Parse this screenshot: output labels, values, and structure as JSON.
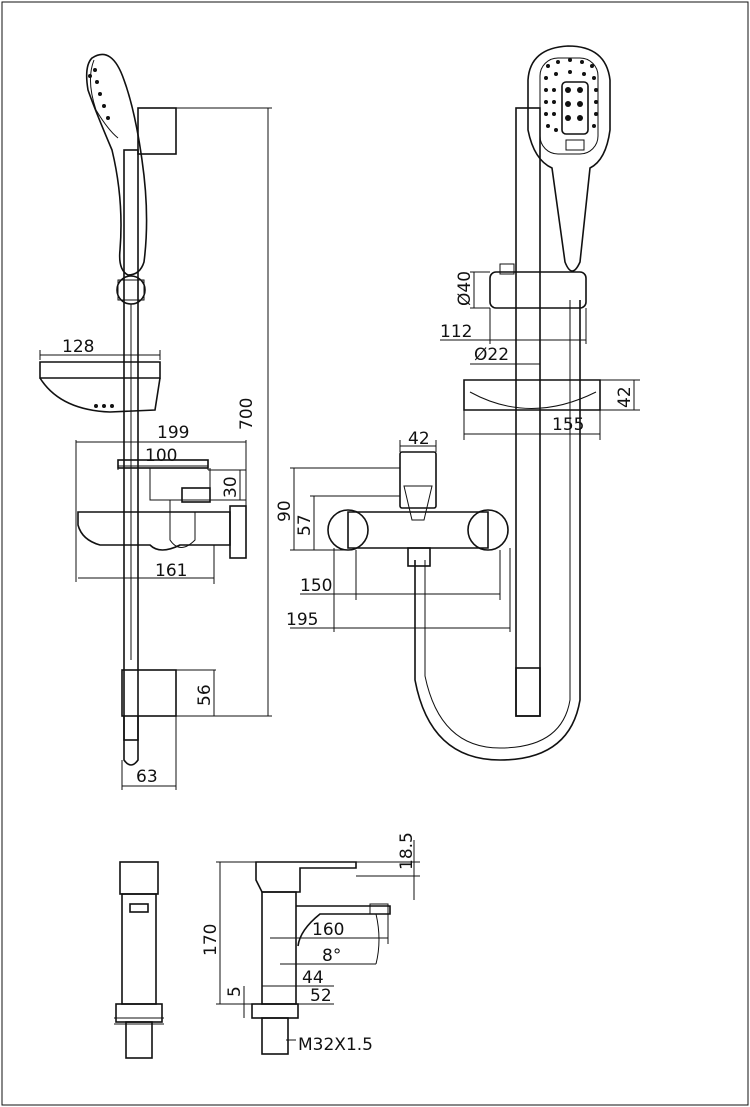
{
  "dimensions": {
    "w128": "128",
    "h700": "700",
    "w199": "199",
    "w100": "100",
    "h30": "30",
    "w161": "161",
    "h56": "56",
    "w63": "63",
    "d40": "Ø40",
    "w112": "112",
    "d22": "Ø22",
    "h42": "42",
    "w155": "155",
    "w42": "42",
    "h90": "90",
    "h57": "57",
    "w150": "150",
    "w195": "195",
    "h18_5": "18.5",
    "h170": "170",
    "w160": "160",
    "a8": "8°",
    "w44": "44",
    "h5": "5",
    "w52": "52",
    "thread": "M32X1.5"
  }
}
